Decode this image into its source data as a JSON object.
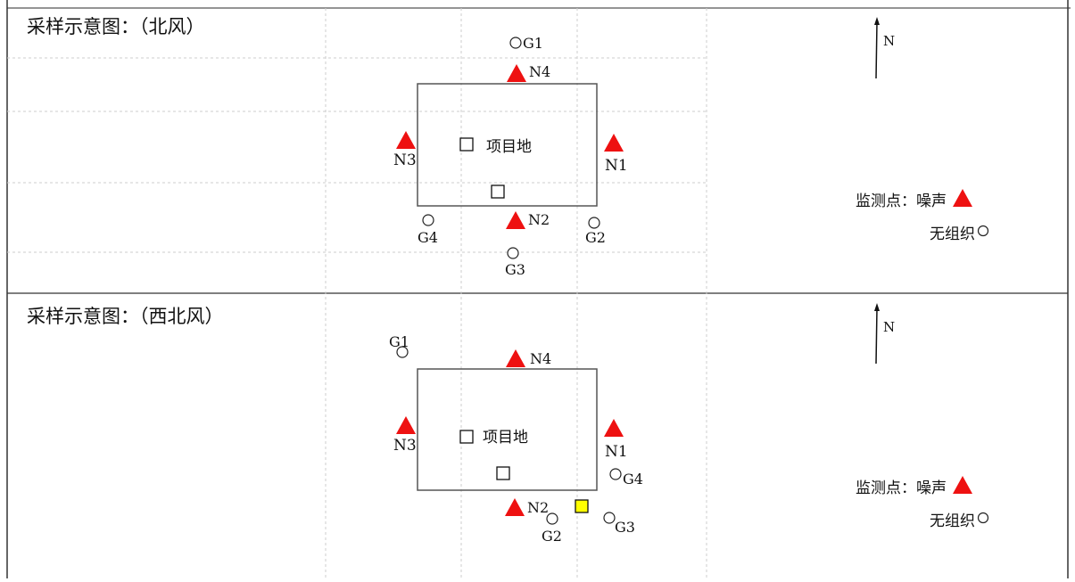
{
  "panels": [
    {
      "title": "采样示意图：（北风）",
      "north_label": "N",
      "site_label": "项目地",
      "noise_points": [
        "N1",
        "N2",
        "N3",
        "N4"
      ],
      "unorganized_points": [
        "G1",
        "G2",
        "G3",
        "G4"
      ],
      "legend": {
        "monitoring_label": "监测点：噪声",
        "unorganized_label": "无组织"
      }
    },
    {
      "title": "采样示意图：（西北风）",
      "north_label": "N",
      "site_label": "项目地",
      "noise_points": [
        "N1",
        "N2",
        "N3",
        "N4"
      ],
      "unorganized_points": [
        "G1",
        "G2",
        "G3",
        "G4"
      ],
      "legend": {
        "monitoring_label": "监测点：噪声",
        "unorganized_label": "无组织"
      }
    }
  ],
  "colors": {
    "noise_marker": "#ee1111",
    "highlight_square": "#ffff00",
    "grid_line": "#cccccc",
    "border": "#333333"
  },
  "icons": {
    "noise": "red-triangle",
    "unorganized": "open-circle",
    "building": "open-square",
    "north": "north-arrow"
  }
}
